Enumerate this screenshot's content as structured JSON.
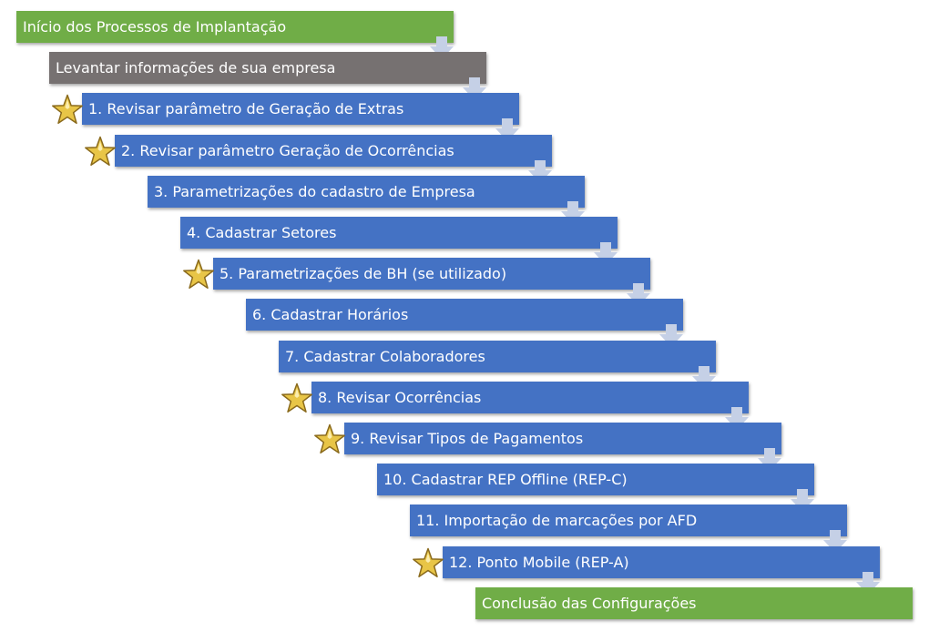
{
  "colors": {
    "start_end": "#70ad47",
    "info": "#767171",
    "step": "#4472c4",
    "arrow": "#c5d0e6",
    "star_fill": "#e8c547",
    "star_stroke": "#8a6a1c"
  },
  "steps": [
    {
      "label": "Início dos Processos de Implantação",
      "kind": "green",
      "starred": false
    },
    {
      "label": "Levantar informações de sua empresa",
      "kind": "gray",
      "starred": false
    },
    {
      "label": "1. Revisar parâmetro de Geração de Extras",
      "kind": "blue",
      "starred": true
    },
    {
      "label": "2. Revisar parâmetro Geração de Ocorrências",
      "kind": "blue",
      "starred": true
    },
    {
      "label": "3. Parametrizações do cadastro de Empresa",
      "kind": "blue",
      "starred": false
    },
    {
      "label": "4. Cadastrar Setores",
      "kind": "blue",
      "starred": false
    },
    {
      "label": "5. Parametrizações de BH (se utilizado)",
      "kind": "blue",
      "starred": true
    },
    {
      "label": "6. Cadastrar Horários",
      "kind": "blue",
      "starred": false
    },
    {
      "label": "7. Cadastrar Colaboradores",
      "kind": "blue",
      "starred": false
    },
    {
      "label": "8. Revisar Ocorrências",
      "kind": "blue",
      "starred": true
    },
    {
      "label": "9. Revisar Tipos de Pagamentos",
      "kind": "blue",
      "starred": true
    },
    {
      "label": "10. Cadastrar REP Offline (REP-C)",
      "kind": "blue",
      "starred": false
    },
    {
      "label": "11. Importação de marcações por AFD",
      "kind": "blue",
      "starred": false
    },
    {
      "label": "12. Ponto Mobile (REP-A)",
      "kind": "blue",
      "starred": true
    },
    {
      "label": "Conclusão das Configurações",
      "kind": "green",
      "starred": false
    }
  ]
}
